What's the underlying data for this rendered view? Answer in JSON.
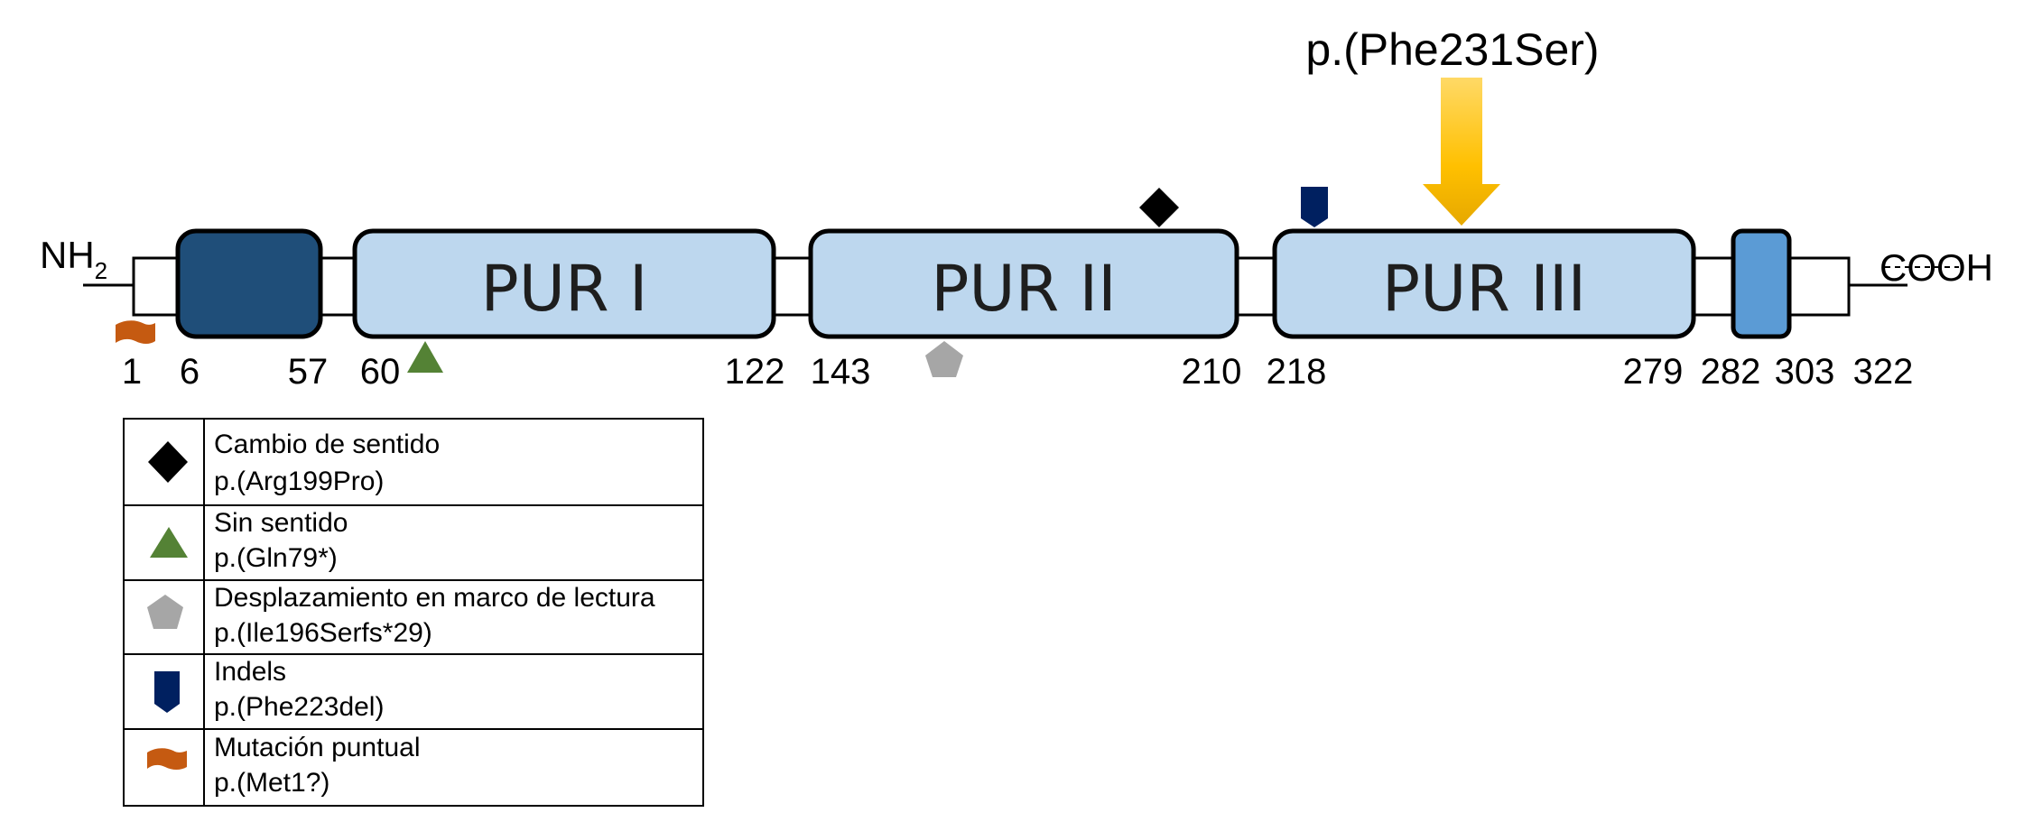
{
  "protein": {
    "n_terminus": "NH",
    "n_terminus_sub": "2",
    "c_terminus": "COOH",
    "domains": [
      {
        "id": "d1",
        "label": "",
        "color": "#1f4e79"
      },
      {
        "id": "pur1",
        "label": "PUR I",
        "color": "#bdd7ee"
      },
      {
        "id": "pur2",
        "label": "PUR II",
        "color": "#bdd7ee"
      },
      {
        "id": "pur3",
        "label": "PUR III",
        "color": "#bdd7ee"
      },
      {
        "id": "d5",
        "label": "",
        "color": "#5b9bd5"
      }
    ],
    "positions": [
      "1",
      "6",
      "57",
      "60",
      "122",
      "143",
      "210",
      "218",
      "279",
      "282",
      "303",
      "322"
    ]
  },
  "highlight": {
    "label": "p.(Phe231Ser)",
    "color": "#ffc000"
  },
  "legend": [
    {
      "icon": "diamond-icon",
      "color": "#000000",
      "type": "Cambio de sentido",
      "variant": "p.(Arg199Pro)"
    },
    {
      "icon": "triangle-icon",
      "color": "#548235",
      "type": "Sin sentido",
      "variant": "p.(Gln79*)"
    },
    {
      "icon": "pentagon-icon",
      "color": "#a6a6a6",
      "type": "Desplazamiento en marco de lectura",
      "variant": "p.(Ile196Serfs*29)"
    },
    {
      "icon": "shield-icon",
      "color": "#002060",
      "type": "Indels",
      "variant": "p.(Phe223del)"
    },
    {
      "icon": "flag-icon",
      "color": "#c55a11",
      "type": "Mutación puntual",
      "variant": "p.(Met1?)"
    }
  ]
}
